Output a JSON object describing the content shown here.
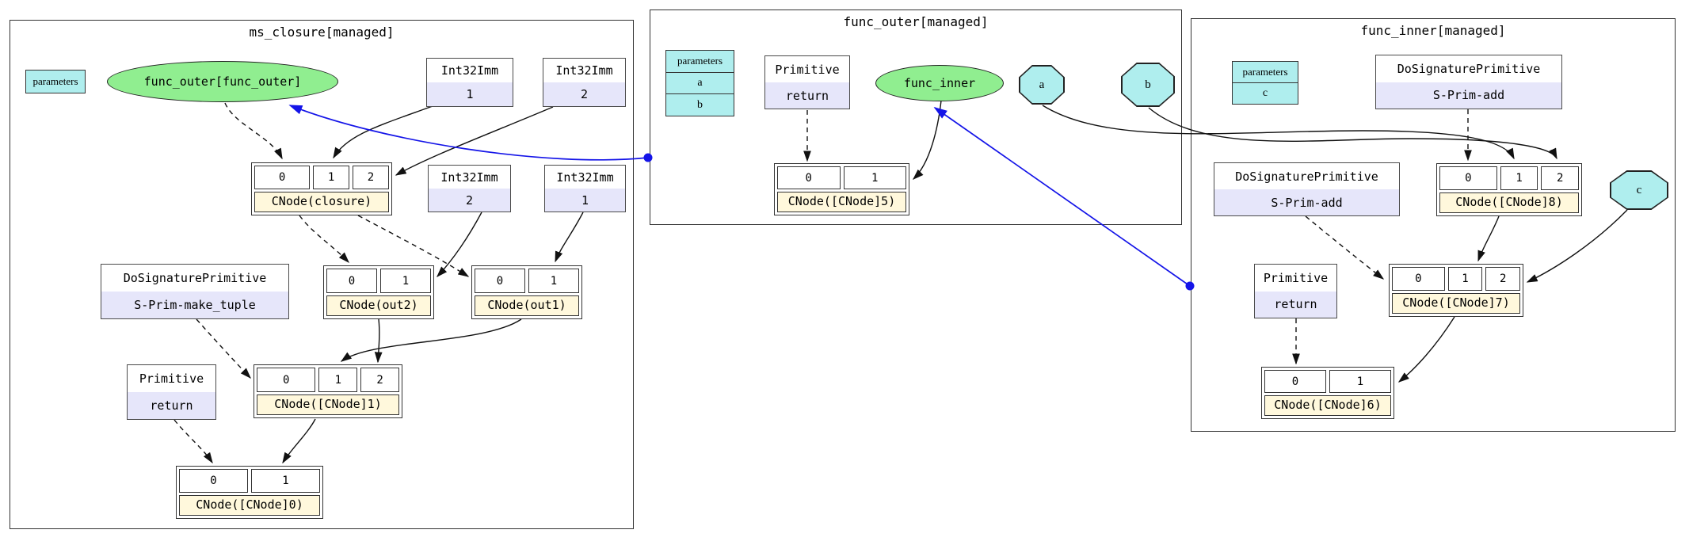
{
  "colors": {
    "graph_node_fill": "#90EE90",
    "parameter_fill": "#AFEEEE",
    "value_node_fill": "#E6E6FA",
    "cnode_label_fill": "#FFF8DC",
    "call_edge_color": "#1414e8",
    "edge_color": "#111111"
  },
  "clusters": {
    "ms_closure": {
      "title": "ms_closure[managed]",
      "parameters_label": "parameters",
      "call_node": "func_outer[func_outer]",
      "imm_1a": {
        "type": "Int32Imm",
        "value": "1"
      },
      "imm_2a": {
        "type": "Int32Imm",
        "value": "2"
      },
      "imm_2b": {
        "type": "Int32Imm",
        "value": "2"
      },
      "imm_1b": {
        "type": "Int32Imm",
        "value": "1"
      },
      "make_tuple": {
        "type": "DoSignaturePrimitive",
        "value": "S-Prim-make_tuple"
      },
      "return_op": {
        "type": "Primitive",
        "value": "return"
      },
      "cnode_closure": {
        "label": "CNode(closure)",
        "slots": [
          "0",
          "1",
          "2"
        ]
      },
      "cnode_out2": {
        "label": "CNode(out2)",
        "slots": [
          "0",
          "1"
        ]
      },
      "cnode_out1": {
        "label": "CNode(out1)",
        "slots": [
          "0",
          "1"
        ]
      },
      "cnode_1": {
        "label": "CNode([CNode]1)",
        "slots": [
          "0",
          "1",
          "2"
        ]
      },
      "cnode_0": {
        "label": "CNode([CNode]0)",
        "slots": [
          "0",
          "1"
        ]
      }
    },
    "func_outer": {
      "title": "func_outer[managed]",
      "parameters_label": "parameters",
      "params": [
        "a",
        "b"
      ],
      "call_node": "func_inner",
      "return_op": {
        "type": "Primitive",
        "value": "return"
      },
      "octagon_a": "a",
      "octagon_b": "b",
      "cnode_5": {
        "label": "CNode([CNode]5)",
        "slots": [
          "0",
          "1"
        ]
      }
    },
    "func_inner": {
      "title": "func_inner[managed]",
      "parameters_label": "parameters",
      "params": [
        "c"
      ],
      "add_top": {
        "type": "DoSignaturePrimitive",
        "value": "S-Prim-add"
      },
      "add_mid": {
        "type": "DoSignaturePrimitive",
        "value": "S-Prim-add"
      },
      "return_op": {
        "type": "Primitive",
        "value": "return"
      },
      "octagon_c": "c",
      "cnode_8": {
        "label": "CNode([CNode]8)",
        "slots": [
          "0",
          "1",
          "2"
        ]
      },
      "cnode_7": {
        "label": "CNode([CNode]7)",
        "slots": [
          "0",
          "1",
          "2"
        ]
      },
      "cnode_6": {
        "label": "CNode([CNode]6)",
        "slots": [
          "0",
          "1"
        ]
      }
    }
  }
}
